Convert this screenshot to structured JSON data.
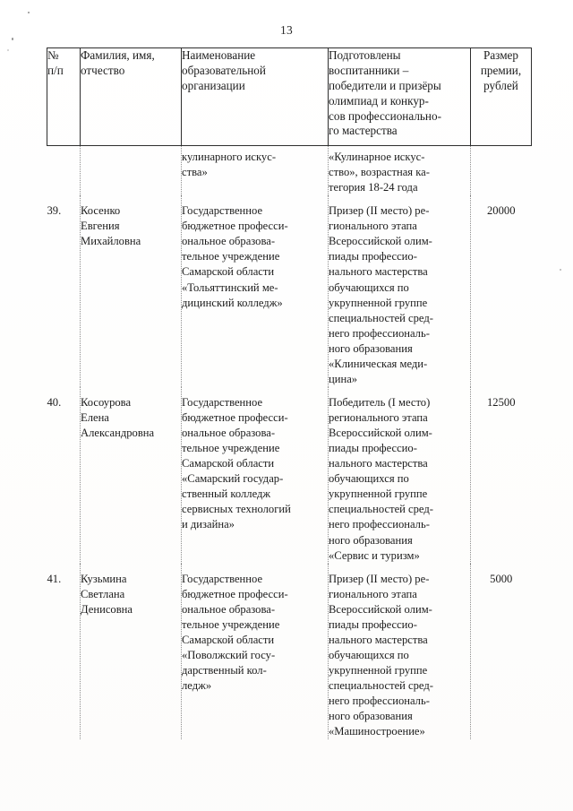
{
  "page": {
    "number": "13"
  },
  "table": {
    "headers": [
      {
        "id": "col-number",
        "lines": [
          "№",
          "п/п"
        ]
      },
      {
        "id": "col-fio",
        "lines": [
          "Фамилия, имя,",
          "отчество"
        ]
      },
      {
        "id": "col-organization",
        "lines": [
          "Наименование",
          "образовательной",
          "организации"
        ]
      },
      {
        "id": "col-prepared",
        "lines": [
          "Подготовлены",
          "воспитанники –",
          "победители и призёры",
          "олимпиад и конкур-",
          "сов профессионально-",
          "го мастерства"
        ]
      },
      {
        "id": "col-amount",
        "lines": [
          "Размер",
          "премии,",
          "рублей"
        ]
      }
    ],
    "rows": [
      {
        "kind": "continuation",
        "number": "",
        "fio_lines": [],
        "organization_lines": [
          "кулинарного искус-",
          "ства»"
        ],
        "prepared_lines": [
          "«Кулинарное искус-",
          "ство», возрастная ка-",
          "тегория 18-24 года"
        ],
        "amount": ""
      },
      {
        "kind": "entry",
        "number": "39.",
        "fio_lines": [
          "Косенко",
          "Евгения",
          "Михайловна"
        ],
        "organization_lines": [
          "Государственное",
          "бюджетное професси-",
          "ональное образова-",
          "тельное учреждение",
          "Самарской области",
          "«Тольяттинский ме-",
          "дицинский колледж»"
        ],
        "prepared_lines": [
          "Призер (II место) ре-",
          "гионального этапа",
          "Всероссийской олим-",
          "пиады профессио-",
          "нального мастерства",
          "обучающихся по",
          "укрупненной группе",
          "специальностей сред-",
          "него профессиональ-",
          "ного образования",
          "«Клиническая меди-",
          "цина»"
        ],
        "amount": "20000"
      },
      {
        "kind": "entry",
        "number": "40.",
        "fio_lines": [
          "Косоурова",
          "Елена",
          "Александровна"
        ],
        "organization_lines": [
          "Государственное",
          "бюджетное професси-",
          "ональное образова-",
          "тельное учреждение",
          "Самарской области",
          "«Самарский государ-",
          "ственный колледж",
          "сервисных технологий",
          "и дизайна»"
        ],
        "prepared_lines": [
          "Победитель (I место)",
          "регионального этапа",
          "Всероссийской олим-",
          "пиады профессио-",
          "нального мастерства",
          "обучающихся по",
          "укрупненной группе",
          "специальностей сред-",
          "него профессиональ-",
          "ного образования",
          "«Сервис и туризм»"
        ],
        "amount": "12500"
      },
      {
        "kind": "entry",
        "number": "41.",
        "fio_lines": [
          "Кузьмина",
          "Светлана",
          "Денисовна"
        ],
        "organization_lines": [
          "Государственное",
          "бюджетное професси-",
          "ональное образова-",
          "тельное учреждение",
          "Самарской области",
          "«Поволжский госу-",
          "дарственный кол-",
          "ледж»"
        ],
        "prepared_lines": [
          "Призер (II место) ре-",
          "гионального этапа",
          "Всероссийской олим-",
          "пиады профессио-",
          "нального мастерства",
          "обучающихся по",
          "укрупненной группе",
          "специальностей сред-",
          "него профессиональ-",
          "ного образования",
          "«Машиностроение»"
        ],
        "amount": "5000"
      }
    ]
  },
  "colors": {
    "ink": "#1c1c1c",
    "rule": "#2e2e2e",
    "faint_rule": "#8e8e8e",
    "paper": "#ffffff"
  }
}
